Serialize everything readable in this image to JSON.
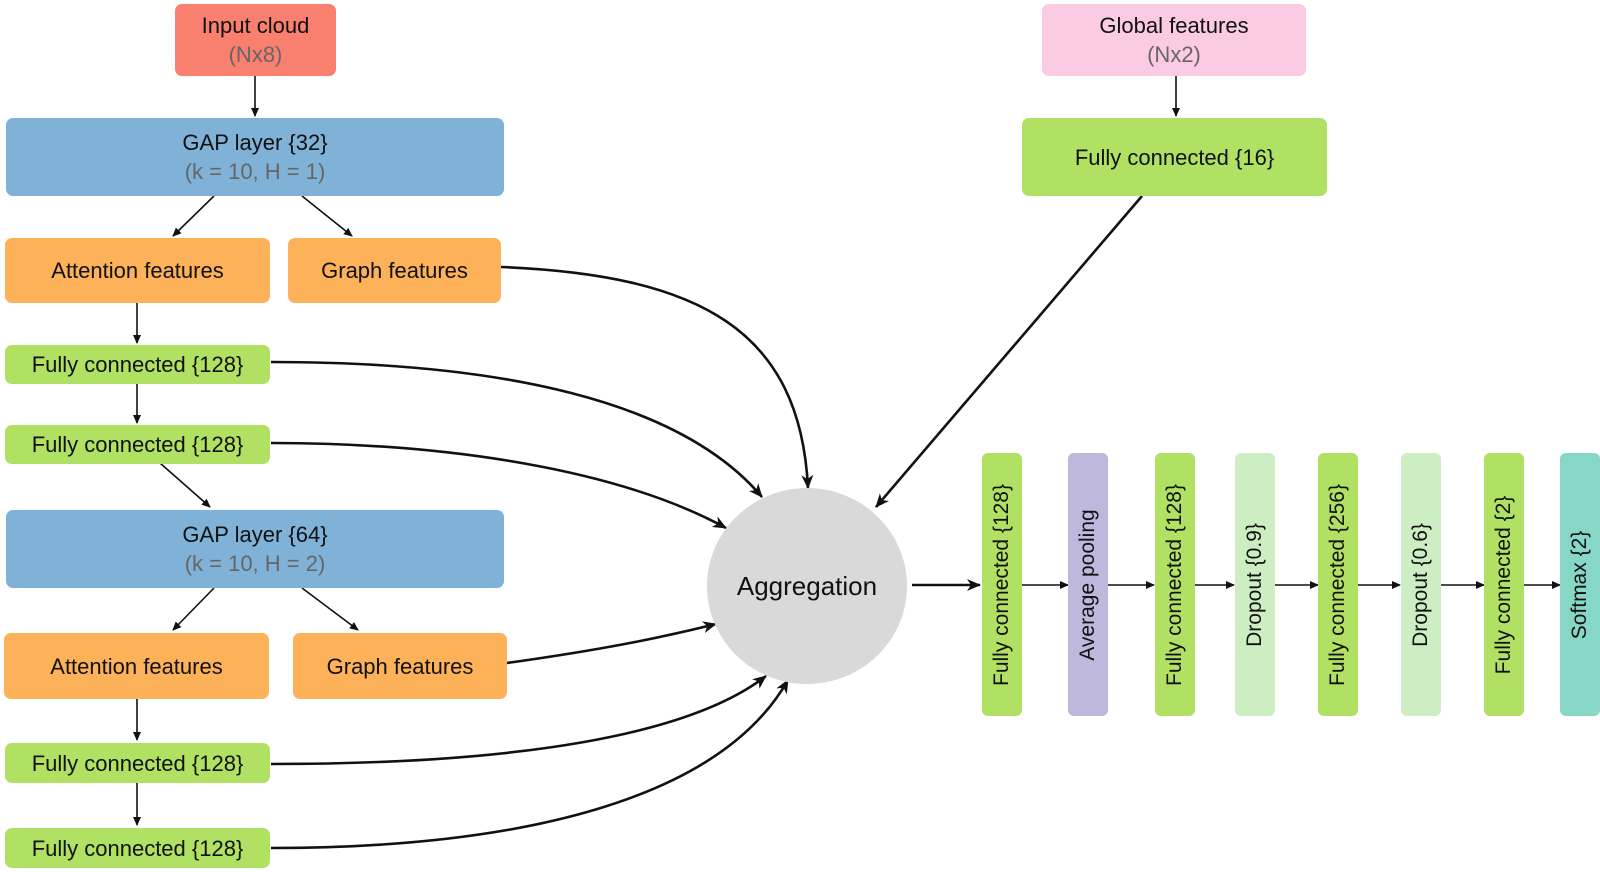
{
  "diagram": {
    "left_branch": {
      "input": {
        "title": "Input cloud",
        "subtitle": "(Nx8)"
      },
      "gap1": {
        "title": "GAP layer {32}",
        "subtitle": "(k = 10, H = 1)"
      },
      "attention1": "Attention features",
      "graph1": "Graph features",
      "fc1a": "Fully connected {128}",
      "fc1b": "Fully connected {128}",
      "gap2": {
        "title": "GAP layer {64}",
        "subtitle": "(k = 10, H = 2)"
      },
      "attention2": "Attention features",
      "graph2": "Graph features",
      "fc2a": "Fully connected {128}",
      "fc2b": "Fully connected {128}"
    },
    "right_branch": {
      "global": {
        "title": "Global features",
        "subtitle": "(Nx2)"
      },
      "fc": "Fully connected {16}"
    },
    "aggregation": "Aggregation",
    "pipeline": [
      {
        "label": "Fully connected {128}",
        "kind": "fc"
      },
      {
        "label": "Average pooling",
        "kind": "pool"
      },
      {
        "label": "Fully connected {128}",
        "kind": "fc"
      },
      {
        "label": "Dropout {0.9}",
        "kind": "dropout"
      },
      {
        "label": "Fully connected {256}",
        "kind": "fc"
      },
      {
        "label": "Dropout {0.6}",
        "kind": "dropout"
      },
      {
        "label": "Fully connected {2}",
        "kind": "fc"
      },
      {
        "label": "Softmax {2}",
        "kind": "softmax"
      }
    ],
    "colors": {
      "input": "#f97f6f",
      "global": "#fbcbe3",
      "gap": "#7fb2d6",
      "features": "#fdb259",
      "fully_connected": "#b1e163",
      "dropout": "#cdeec3",
      "pooling": "#bdb8dc",
      "softmax": "#86d7c6",
      "aggregation": "#d9d9d9"
    }
  }
}
